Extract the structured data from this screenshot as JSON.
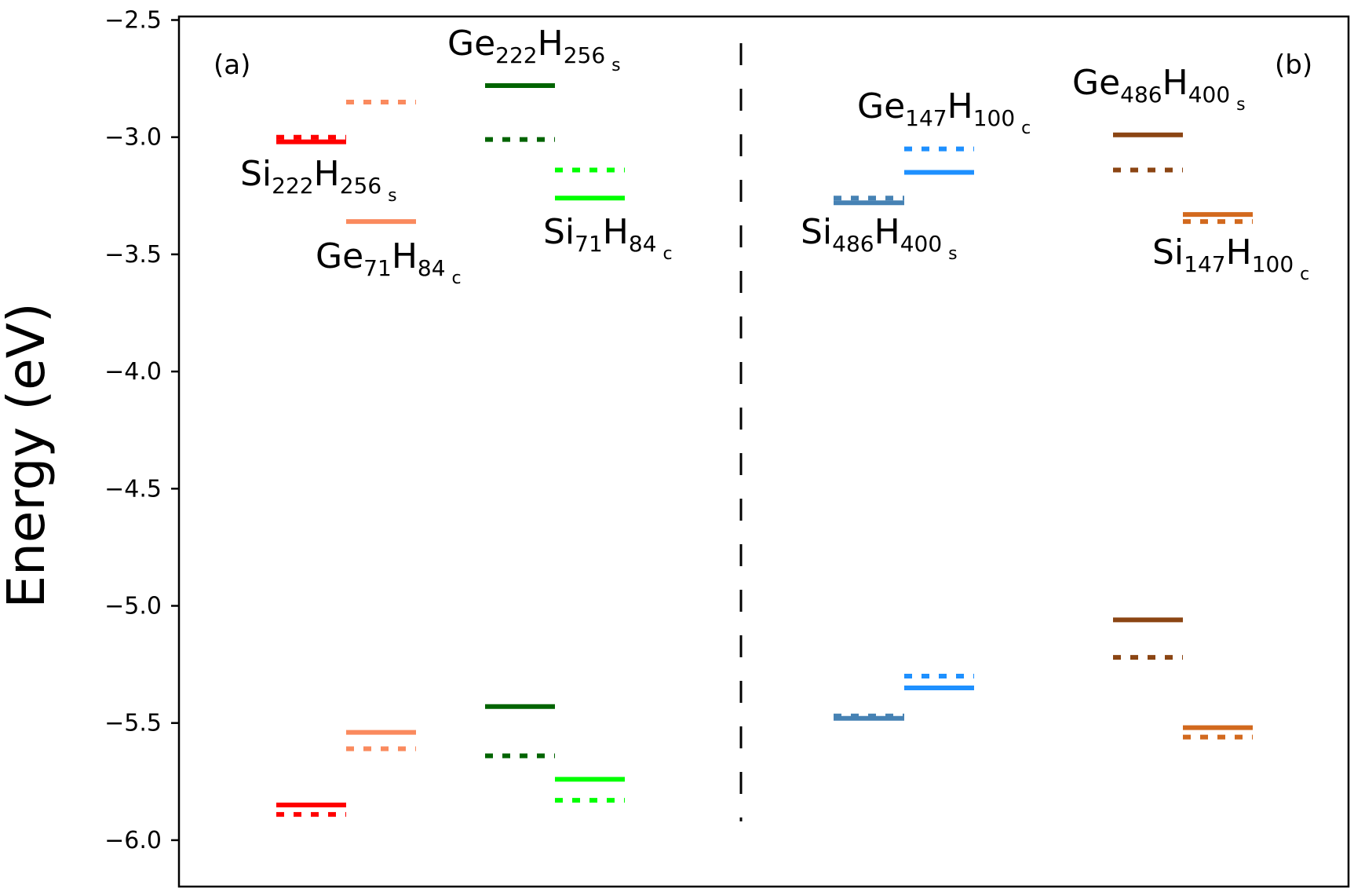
{
  "chart_data": {
    "type": "energy-level",
    "ylabel": "Energy (eV)",
    "ylim": [
      -6.2,
      -2.45
    ],
    "yticks": [
      -2.5,
      -3.0,
      -3.5,
      -4.0,
      -4.5,
      -5.0,
      -5.5,
      -6.0
    ],
    "ytick_labels": [
      "−2.5",
      "−3.0",
      "−3.5",
      "−4.0",
      "−4.5",
      "−5.0",
      "−5.5",
      "−6.0"
    ],
    "panel_labels": [
      "(a)",
      "(b)"
    ],
    "systems": [
      {
        "label": {
          "el1": "Si",
          "n1": "222",
          "el2": "H",
          "n2": "256",
          "sfx": "s"
        },
        "color": "#ff0000",
        "lumo_solid": -3.02,
        "lumo_dotted": -3.0,
        "homo_solid": -5.85,
        "homo_dotted": -5.89
      },
      {
        "label": {
          "el1": "Ge",
          "n1": "71",
          "el2": "H",
          "n2": "84",
          "sfx": "c"
        },
        "color": "#fa8a5e",
        "lumo_solid": -3.36,
        "lumo_dotted": -2.85,
        "homo_solid": -5.54,
        "homo_dotted": -5.61
      },
      {
        "label": {
          "el1": "Ge",
          "n1": "222",
          "el2": "H",
          "n2": "256",
          "sfx": "s"
        },
        "color": "#006400",
        "lumo_solid": -2.78,
        "lumo_dotted": -3.01,
        "homo_solid": -5.43,
        "homo_dotted": -5.64
      },
      {
        "label": {
          "el1": "Si",
          "n1": "71",
          "el2": "H",
          "n2": "84",
          "sfx": "c"
        },
        "color": "#00ff00",
        "lumo_solid": -3.26,
        "lumo_dotted": -3.14,
        "homo_solid": -5.74,
        "homo_dotted": -5.83
      },
      {
        "label": {
          "el1": "Si",
          "n1": "486",
          "el2": "H",
          "n2": "400",
          "sfx": "s"
        },
        "color": "#4682b4",
        "lumo_solid": -3.28,
        "lumo_dotted": -3.26,
        "homo_solid": -5.48,
        "homo_dotted": -5.47
      },
      {
        "label": {
          "el1": "Ge",
          "n1": "147",
          "el2": "H",
          "n2": "100",
          "sfx": "c"
        },
        "color": "#1e90ff",
        "lumo_solid": -3.15,
        "lumo_dotted": -3.05,
        "homo_solid": -5.35,
        "homo_dotted": -5.3
      },
      {
        "label": {
          "el1": "Ge",
          "n1": "486",
          "el2": "H",
          "n2": "400",
          "sfx": "s"
        },
        "color": "#8b4513",
        "lumo_solid": -2.99,
        "lumo_dotted": -3.14,
        "homo_solid": -5.06,
        "homo_dotted": -5.22
      },
      {
        "label": {
          "el1": "Si",
          "n1": "147",
          "el2": "H",
          "n2": "100",
          "sfx": "c"
        },
        "color": "#d2691e",
        "lumo_solid": -3.33,
        "lumo_dotted": -3.36,
        "homo_solid": -5.52,
        "homo_dotted": -5.56
      }
    ]
  }
}
